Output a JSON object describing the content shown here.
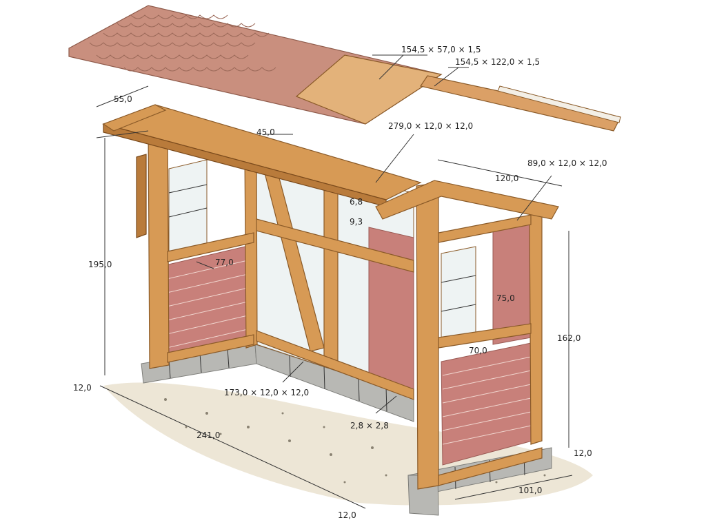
{
  "dimensions": {
    "roof_panel_a": "154,5 × 57,0 × 1,5",
    "roof_panel_b": "154,5 × 122,0 × 1,5",
    "roof_overhang": "55,0",
    "rafter_angle": "45,0",
    "top_beam": "279,0 × 12,0 × 12,0",
    "side_beam": "89,0 × 12,0 × 12,0",
    "side_depth": "120,0",
    "small_a": "6,8",
    "small_b": "9,3",
    "total_height": "195,0",
    "right_height": "162,0",
    "left_wall_height": "77,0",
    "right_wall_height": "75,0",
    "window_sill": "70,0",
    "base_left": "12,0",
    "base_right": "12,0",
    "base_bottom": "12,0",
    "length": "241,0",
    "depth": "101,0",
    "post": "173,0 × 12,0 × 12,0",
    "batten": "2,8 × 2,8"
  }
}
